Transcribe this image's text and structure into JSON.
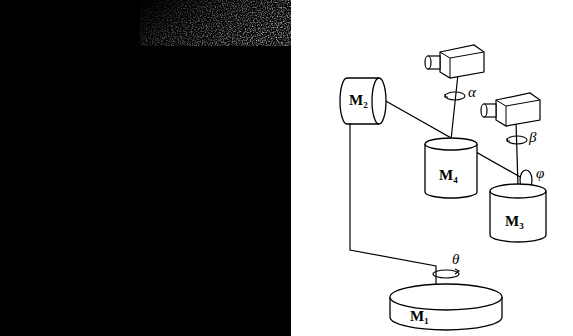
{
  "diagram": {
    "nodes": [
      {
        "text": [
          "M₂"
        ]
      },
      {
        "text": [
          "M₄"
        ]
      },
      {
        "text": [
          "M₃"
        ]
      },
      {
        "text": [
          "M₁"
        ]
      }
    ],
    "edges": [
      {
        "from": 0,
        "to": 3,
        "arrow": "none"
      }
    ],
    "labels": [
      "θ",
      "α",
      "β",
      "φ"
    ]
  }
}
